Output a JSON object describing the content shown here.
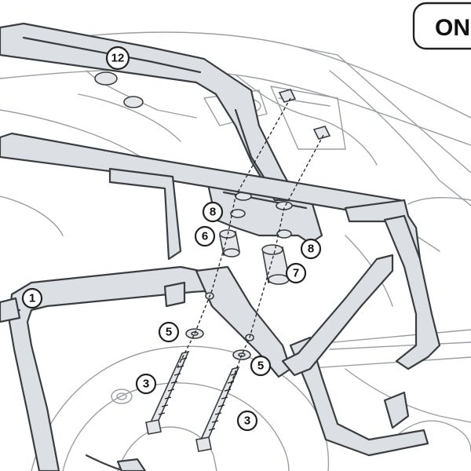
{
  "badge": {
    "text": "ONI"
  },
  "callouts": [
    {
      "id": "12",
      "label": "12"
    },
    {
      "id": "8a",
      "label": "8"
    },
    {
      "id": "6",
      "label": "6"
    },
    {
      "id": "8b",
      "label": "8"
    },
    {
      "id": "7",
      "label": "7"
    },
    {
      "id": "1",
      "label": "1"
    },
    {
      "id": "5a",
      "label": "5"
    },
    {
      "id": "5b",
      "label": "5"
    },
    {
      "id": "3a",
      "label": "3"
    },
    {
      "id": "3b",
      "label": "3"
    }
  ],
  "colors": {
    "frame": "#3a3d42",
    "frame_fill": "#dcdfe3",
    "background_lines": "#9a9ea4",
    "callout_stroke": "#222222"
  }
}
